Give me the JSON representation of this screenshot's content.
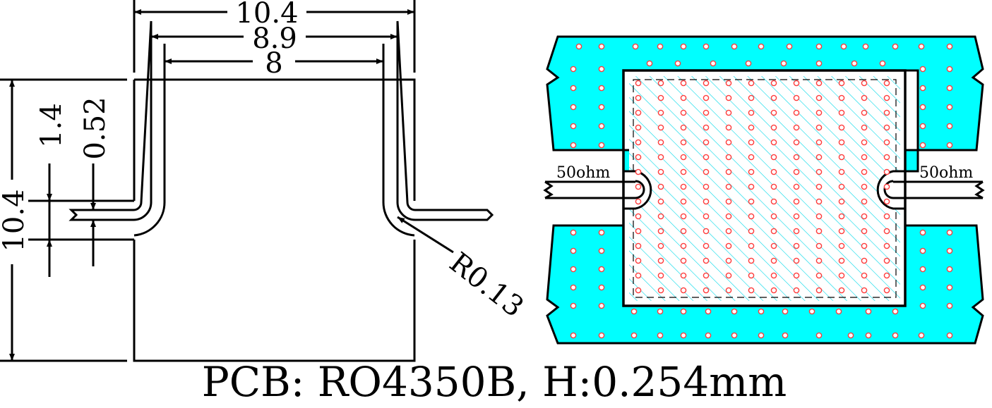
{
  "left_drawing": {
    "dim_top_outer": "10.4",
    "dim_top_mid": "8.9",
    "dim_top_inner": "8",
    "dim_left_height": "10.4",
    "dim_slot_outer": "1.4",
    "dim_slot_inner": "0.52",
    "radius_label": "R0.13"
  },
  "right_drawing": {
    "port_left_label": "50ohm",
    "port_right_label": "50ohm",
    "colors": {
      "ground": "#00ffff",
      "via": "#ff3b3b",
      "outline": "#000000",
      "hatch": "#00d8e8"
    }
  },
  "caption": "PCB: RO4350B, H:0.254mm"
}
